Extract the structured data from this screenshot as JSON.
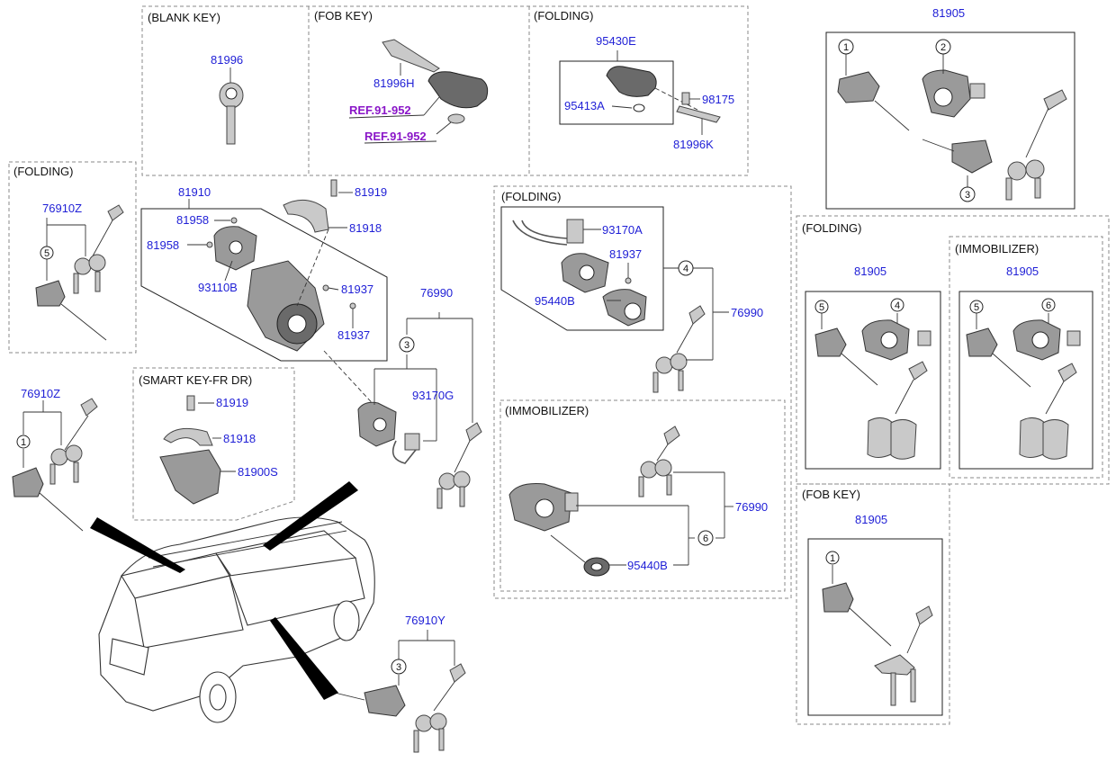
{
  "sections": {
    "blank_key": "(BLANK KEY)",
    "fob_key_top": "(FOB KEY)",
    "folding_top": "(FOLDING)",
    "folding_left": "(FOLDING)",
    "smart_key_fr_dr": "(SMART KEY-FR DR)",
    "folding_mid": "(FOLDING)",
    "immobilizer_mid": "(IMMOBILIZER)",
    "folding_right": "(FOLDING)",
    "immobilizer_right": "(IMMOBILIZER)",
    "fob_key_right": "(FOB KEY)"
  },
  "parts": {
    "p81996": "81996",
    "p81996H": "81996H",
    "p95430E": "95430E",
    "p95413A": "95413A",
    "p98175": "98175",
    "p81996K": "81996K",
    "p81905_top": "81905",
    "p76910Z_a": "76910Z",
    "p81910": "81910",
    "p81919_a": "81919",
    "p81958_a": "81958",
    "p81918_a": "81918",
    "p81958_b": "81958",
    "p93110B": "93110B",
    "p81937_a": "81937",
    "p81937_b": "81937",
    "p76990_a": "76990",
    "p93170G": "93170G",
    "p76910Z_b": "76910Z",
    "p81919_b": "81919",
    "p81918_b": "81918",
    "p81900S": "81900S",
    "p93170A": "93170A",
    "p81937_c": "81937",
    "p95440B_a": "95440B",
    "p76990_b": "76990",
    "p76990_c": "76990",
    "p95440B_b": "95440B",
    "p81905_fold": "81905",
    "p81905_immo": "81905",
    "p81905_fob": "81905",
    "p76910Y": "76910Y"
  },
  "refs": {
    "ref1": "REF.91-952",
    "ref2": "REF.91-952"
  },
  "callouts": {
    "c1": "1",
    "c2": "2",
    "c3": "3",
    "c5_left": "5",
    "c1_left": "1",
    "c3_mid": "3",
    "c4_mid": "4",
    "c6_mid": "6",
    "c5_fold": "5",
    "c4_fold": "4",
    "c5_immo": "5",
    "c6_immo": "6",
    "c1_fob": "1",
    "c3_bottom": "3"
  }
}
